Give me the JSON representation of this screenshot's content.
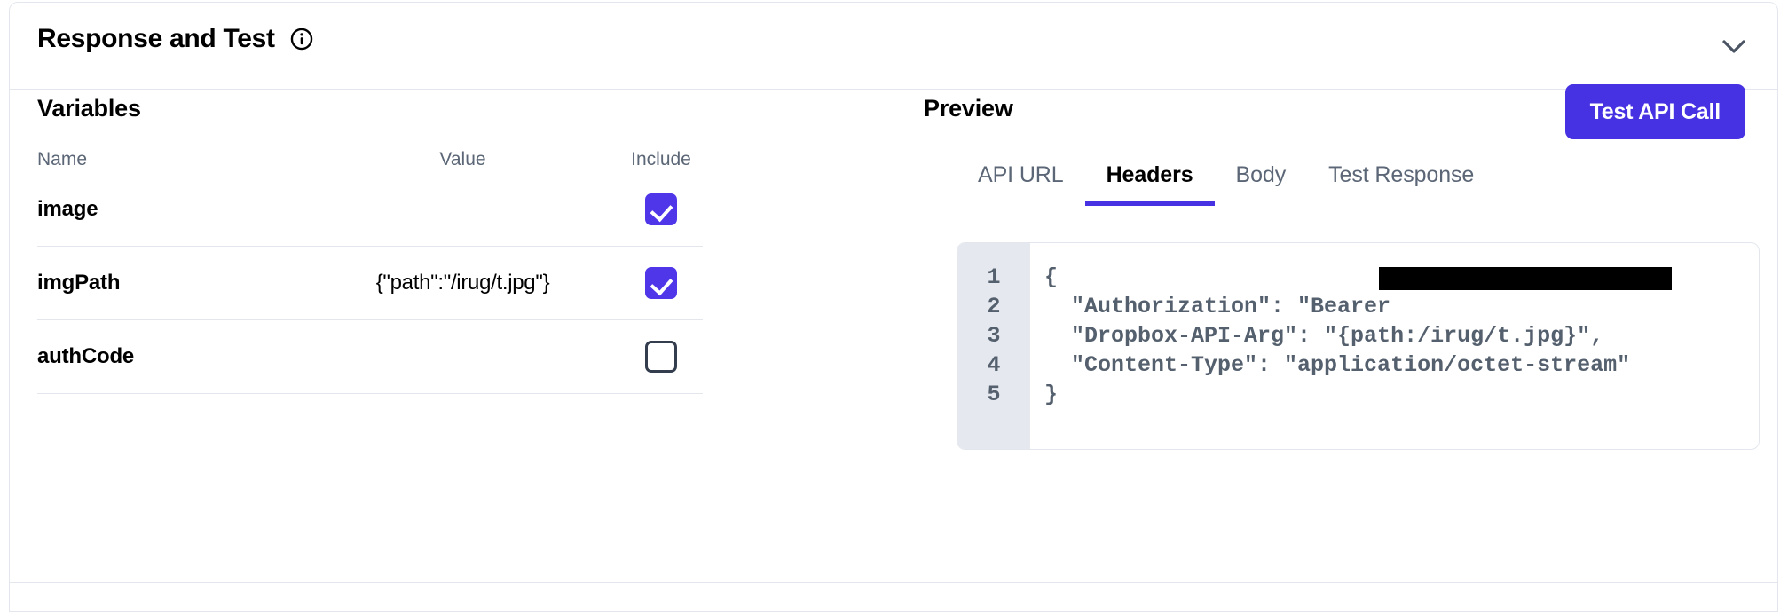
{
  "header": {
    "title": "Response and Test",
    "info_icon": "info-icon",
    "collapse_icon": "chevron-down-icon"
  },
  "variables": {
    "section_title": "Variables",
    "columns": {
      "name": "Name",
      "value": "Value",
      "include": "Include"
    },
    "rows": [
      {
        "name": "image",
        "value": "",
        "include": true
      },
      {
        "name": "imgPath",
        "value": "{\"path\":\"/irug/t.jpg\"}",
        "include": true
      },
      {
        "name": "authCode",
        "value": "",
        "include": false
      }
    ]
  },
  "preview": {
    "title": "Preview",
    "test_button_label": "Test API Call",
    "tabs": [
      {
        "label": "API URL",
        "active": false
      },
      {
        "label": "Headers",
        "active": true
      },
      {
        "label": "Body",
        "active": false
      },
      {
        "label": "Test Response",
        "active": false
      }
    ],
    "code": {
      "line_numbers": [
        "1",
        "2",
        "3",
        "4",
        "5"
      ],
      "lines": [
        "{",
        "  \"Authorization\": \"Bearer ",
        "  \"Dropbox-API-Arg\": \"{path:/irug/t.jpg}\",",
        "  \"Content-Type\": \"application/octet-stream\"",
        "}"
      ],
      "redacted_token": true
    }
  },
  "colors": {
    "accent": "#4632e2",
    "checkbox_checked": "#4f36e8",
    "checkbox_border": "#333d4d",
    "muted_text": "#5b6676",
    "border": "#e3e7ed",
    "gutter_bg": "#e5e9ef",
    "code_text": "#55606e"
  }
}
